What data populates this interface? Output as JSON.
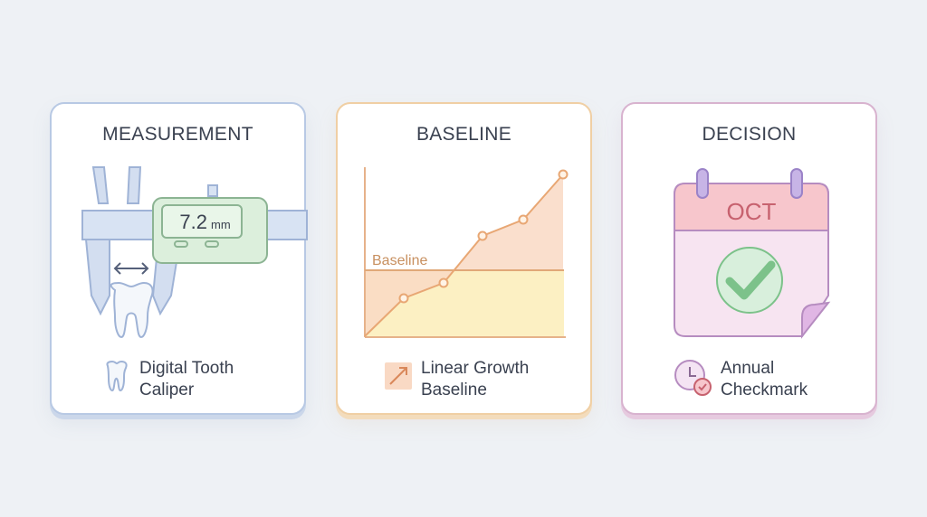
{
  "cards": [
    {
      "title": "MEASUREMENT",
      "caption_line1": "Digital Tooth",
      "caption_line2": "Caliper",
      "caliper_reading": "7.2",
      "caliper_unit": "mm"
    },
    {
      "title": "BASELINE",
      "caption_line1": "Linear Growth",
      "caption_line2": "Baseline",
      "baseline_label": "Baseline"
    },
    {
      "title": "DECISION",
      "caption_line1": "Annual",
      "caption_line2": "Checkmark",
      "calendar_month": "OCT"
    }
  ],
  "colors": {
    "measurement_accent": "#b8c9e4",
    "baseline_accent": "#f0cfa4",
    "decision_accent": "#d8b3cf",
    "display_green": "#cfe9cf",
    "check_green": "#7cc28a",
    "calendar_header": "#f7c6cc"
  },
  "icons": [
    "tooth-icon",
    "caliper-icon",
    "double-arrow-icon",
    "growth-chart-icon",
    "calendar-icon",
    "checkmark-icon",
    "clock-check-icon"
  ]
}
